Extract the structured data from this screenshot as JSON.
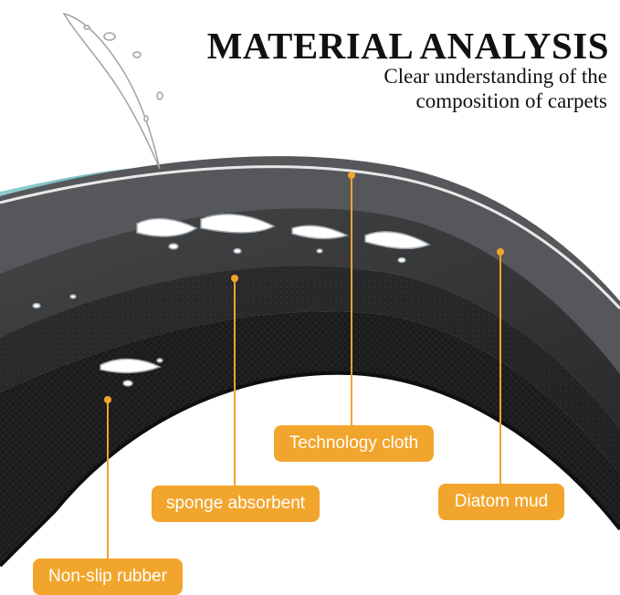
{
  "header": {
    "title": "MATERIAL ANALYSIS",
    "subtitle_line1": "Clear understanding of the",
    "subtitle_line2": "composition of carpets"
  },
  "callouts": {
    "technology_cloth": "Technology cloth",
    "sponge_absorbent": "sponge absorbent",
    "diatom_mud": "Diatom mud",
    "non_slip_rubber": "Non-slip rubber"
  },
  "colors": {
    "label_bg": "#f2a52c",
    "leader_line": "#f2a52c",
    "dot": "#f2a52c",
    "top_surface": "#7fbfc2",
    "cloth": "#3a3b3d",
    "sponge": "#2b2b2c",
    "rubber": "#1c1c1d",
    "diatom_edge": "#4a4a4c"
  }
}
